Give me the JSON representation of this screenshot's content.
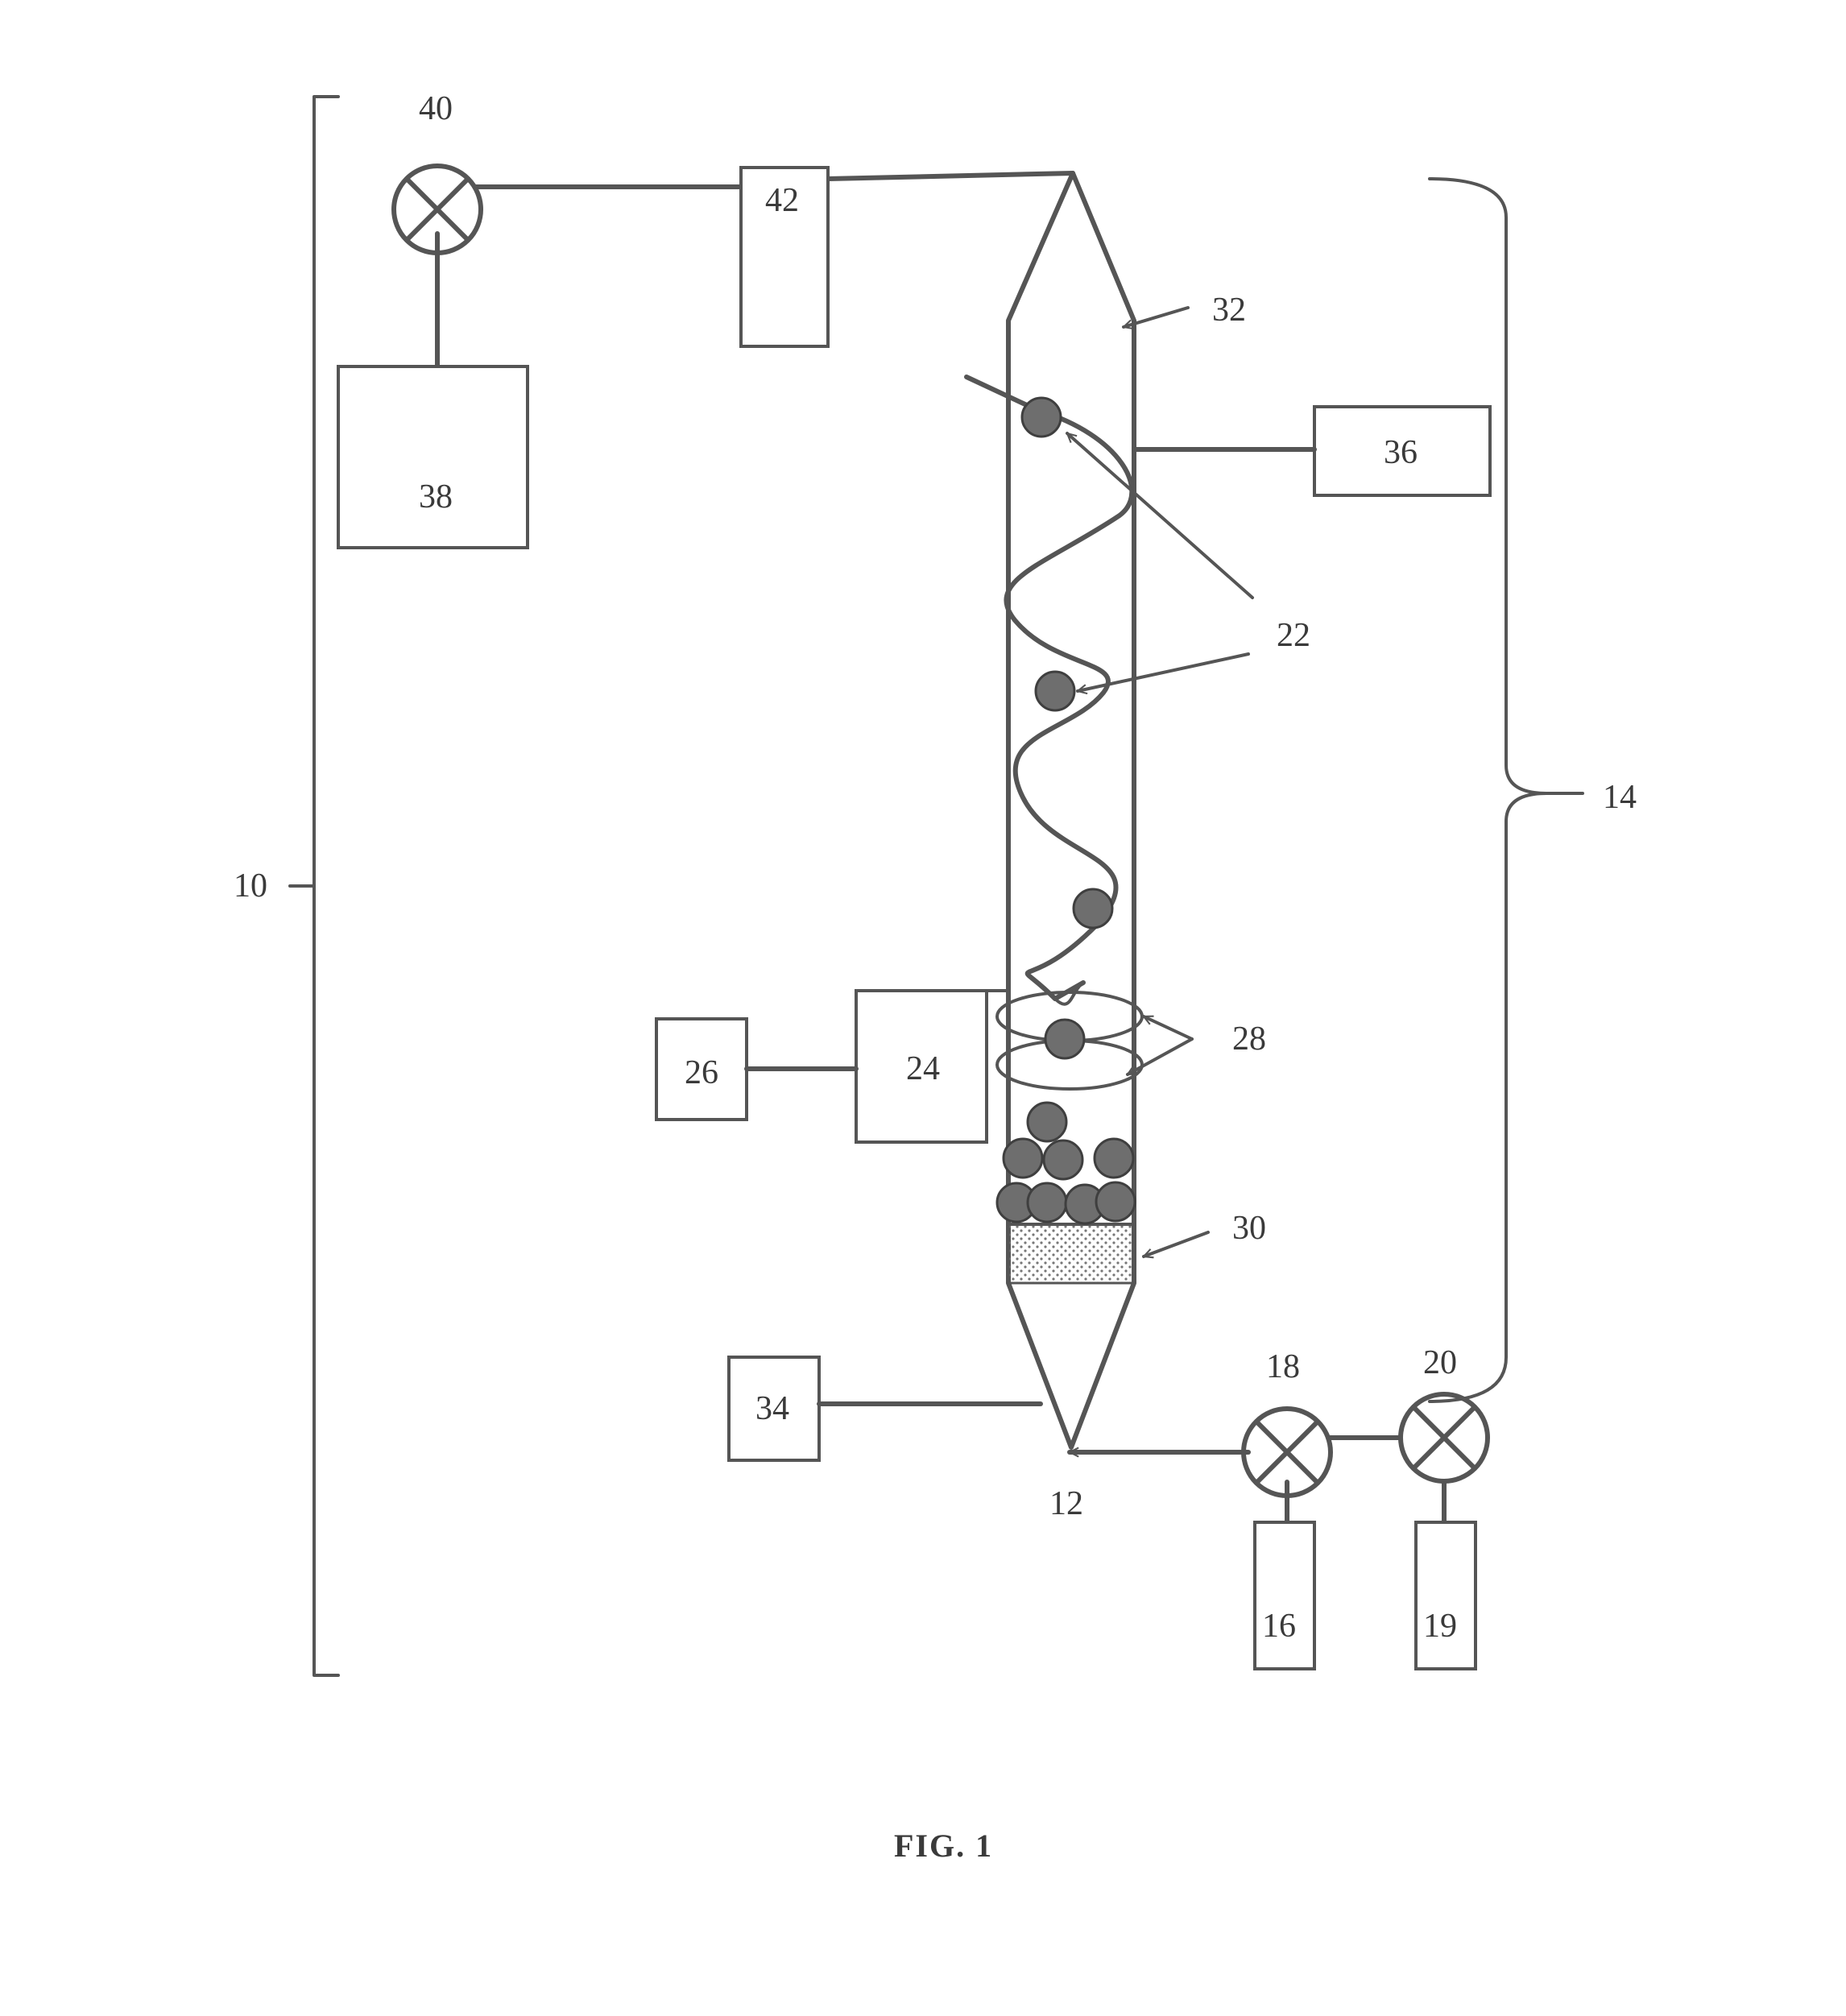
{
  "figure": {
    "caption": "FIG. 1",
    "labels": {
      "system": "10",
      "reactor": "12",
      "feed_group": "14",
      "gas_source_a": "16",
      "valve_a": "18",
      "gas_source_b": "19",
      "valve_b": "20",
      "helical_element": "22",
      "heater": "24",
      "controller": "26",
      "rings": "28",
      "porous_support": "30",
      "top_inlet": "32",
      "bottom_port_unit": "34",
      "side_unit": "36",
      "collector": "38",
      "outlet_valve": "40",
      "outlet_unit": "42"
    }
  }
}
